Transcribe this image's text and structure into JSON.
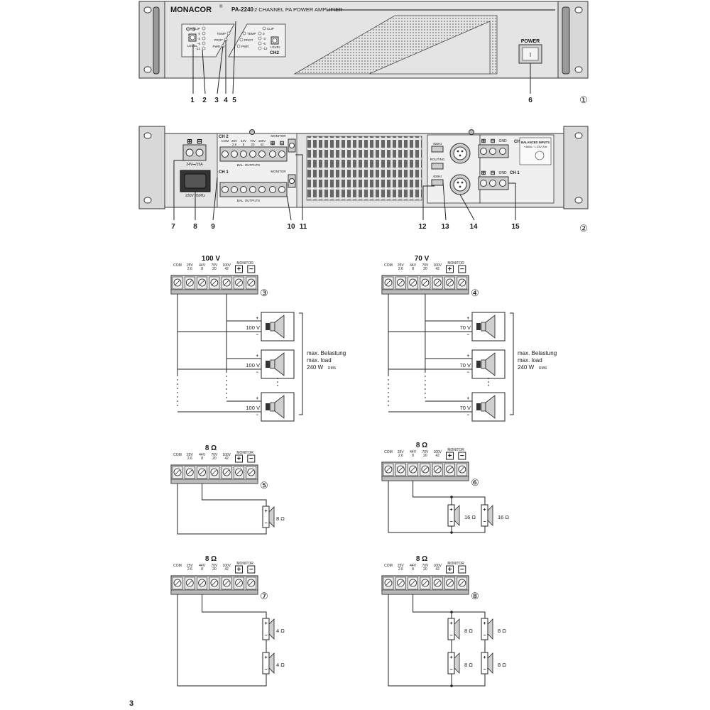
{
  "front": {
    "brand": "MONACOR",
    "reg": "®",
    "model": "PA-2240",
    "desc": "2 CHANNEL PA POWER AMPLIFIER",
    "ch1": "CH1",
    "ch2": "CH2",
    "level": "LEVEL",
    "ind_ch1": [
      "CLIP",
      "0",
      "-3",
      "-6",
      "-12"
    ],
    "ind_mid1": [
      "TEMP",
      "PROT",
      "PWR"
    ],
    "ind_mid2": [
      "TEMP",
      "PROT",
      "PWR"
    ],
    "ind_ch2": [
      "CLIP",
      "0",
      "-3",
      "-6",
      "-12"
    ],
    "power": "POWER",
    "power_switch": "I",
    "callouts": [
      "1",
      "2",
      "3",
      "4",
      "5",
      "6"
    ],
    "fig": "①"
  },
  "rear": {
    "dc_label": "24V⎓/15A",
    "ac_label": "230V~/50Hz",
    "ch1": "CH 1",
    "ch2": "CH 2",
    "term_heads": [
      "COM",
      "25V",
      "44V",
      "70V",
      "100V"
    ],
    "term_subs": [
      "",
      "2.6",
      "8",
      "20",
      "42"
    ],
    "monitor": "MONITOR",
    "bal_outputs": "BAL. OUTPUTS",
    "hz400": "400Hz",
    "routing": "ROUTING",
    "gnd": "GND",
    "bal_inputs_1": "BALANCED INPUTS",
    "bal_inputs_2": "+4dBu / 1.23V 20k",
    "callouts": [
      "7",
      "8",
      "9",
      "10",
      "11",
      "12",
      "13",
      "14",
      "15"
    ],
    "fig": "②"
  },
  "terminal": {
    "heads": [
      "COM",
      "25V",
      "44V",
      "70V",
      "100V"
    ],
    "subs": [
      "",
      "2.6",
      "8",
      "20",
      "42"
    ],
    "monitor": "MONITOR"
  },
  "d3": {
    "title": "100 V",
    "fig": "③",
    "spk": [
      "100 V",
      "100 V",
      "100 V"
    ],
    "load": [
      "max. Belastung",
      "max. load",
      "240 W"
    ],
    "rms": "RMS"
  },
  "d4": {
    "title": "70 V",
    "fig": "④",
    "spk": [
      "70 V",
      "70 V",
      "70 V"
    ],
    "load": [
      "max. Belastung",
      "max. load",
      "240 W"
    ],
    "rms": "RMS"
  },
  "d5": {
    "title": "8 Ω",
    "fig": "⑤",
    "spk": [
      "8 Ω"
    ]
  },
  "d6": {
    "title": "8 Ω",
    "fig": "⑥",
    "spk": [
      "16 Ω",
      "16 Ω"
    ]
  },
  "d7": {
    "title": "8 Ω",
    "fig": "⑦",
    "spk": [
      "4 Ω",
      "4 Ω"
    ]
  },
  "d8": {
    "title": "8 Ω",
    "fig": "⑧",
    "spk": [
      "8 Ω",
      "8 Ω",
      "8 Ω",
      "8 Ω"
    ]
  },
  "page_number": "3"
}
